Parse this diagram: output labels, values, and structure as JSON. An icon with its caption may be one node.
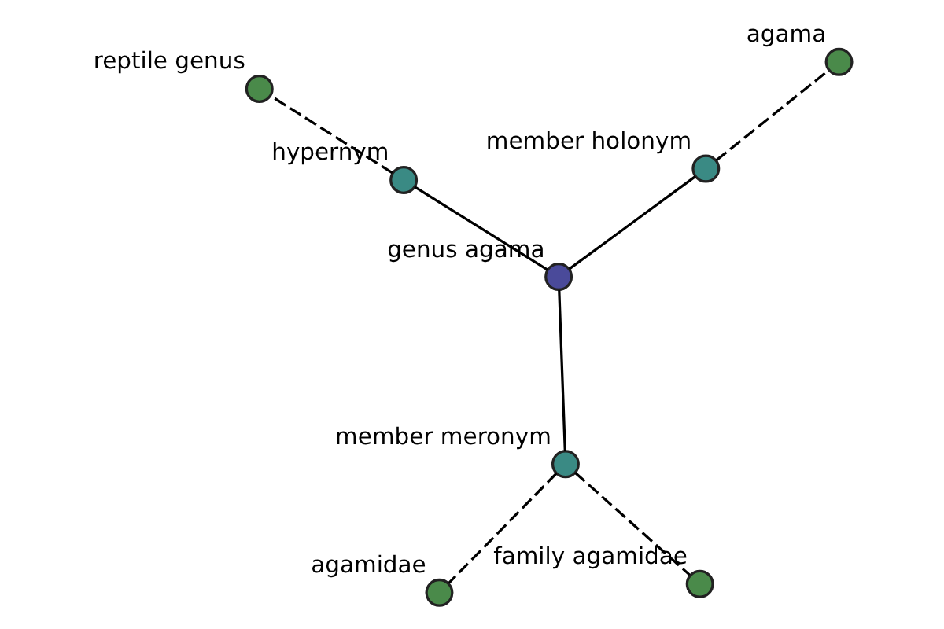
{
  "diagram": {
    "nodes": [
      {
        "text": [
          "reptile genus"
        ]
      },
      {
        "text": [
          "hypernym"
        ]
      },
      {
        "text": [
          "genus agama"
        ]
      },
      {
        "text": [
          "member holonym"
        ]
      },
      {
        "text": [
          "agama"
        ]
      },
      {
        "text": [
          "member meronym"
        ]
      },
      {
        "text": [
          "agamidae"
        ]
      },
      {
        "text": [
          "family agamidae"
        ]
      }
    ],
    "edges": [
      {
        "from": 2,
        "to": 1,
        "arrow": "none"
      },
      {
        "from": 1,
        "to": 0,
        "arrow": "none",
        "style": "dashed"
      },
      {
        "from": 2,
        "to": 3,
        "arrow": "none"
      },
      {
        "from": 3,
        "to": 4,
        "arrow": "none",
        "style": "dashed"
      },
      {
        "from": 2,
        "to": 5,
        "arrow": "none"
      },
      {
        "from": 5,
        "to": 6,
        "arrow": "none",
        "style": "dashed"
      },
      {
        "from": 5,
        "to": 7,
        "arrow": "none",
        "style": "dashed"
      }
    ]
  }
}
